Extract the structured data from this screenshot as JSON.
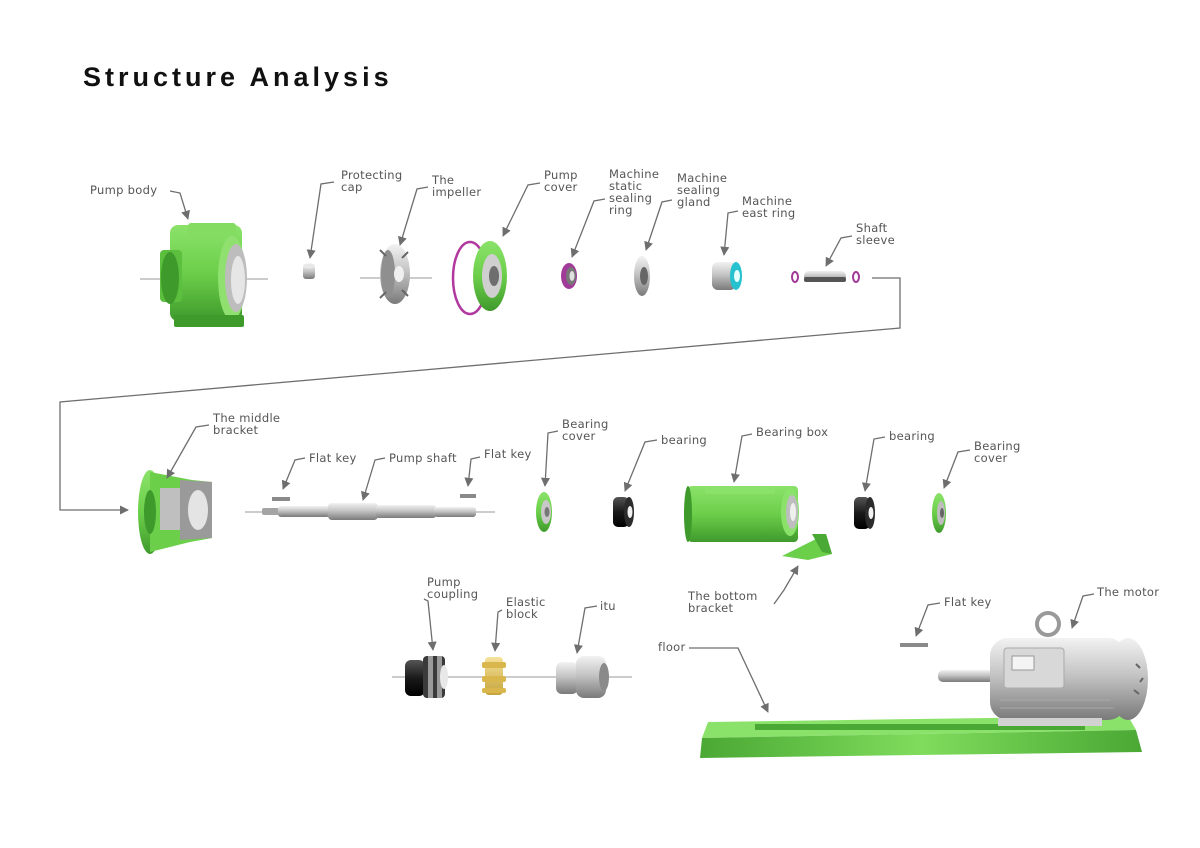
{
  "title": "Structure Analysis",
  "colors": {
    "part_green": "#6ccf4a",
    "part_green_dark": "#3f9a2c",
    "metal_grey": "#b9b9b9",
    "seal_purple": "#a23a9a",
    "cyan": "#27c2cf",
    "leader": "#6e6e6e"
  },
  "labels": {
    "pump_body": [
      "Pump body"
    ],
    "protecting_cap": [
      "Protecting",
      "cap"
    ],
    "impeller": [
      "The",
      "impeller"
    ],
    "pump_cover": [
      "Pump",
      "cover"
    ],
    "static_ring": [
      "Machine",
      "static",
      "sealing",
      "ring"
    ],
    "sealing_gland": [
      "Machine",
      "sealing",
      "gland"
    ],
    "east_ring": [
      "Machine",
      "east ring"
    ],
    "shaft_sleeve": [
      "Shaft",
      "sleeve"
    ],
    "middle_bracket": [
      "The middle",
      "bracket"
    ],
    "flat_key_1": [
      "Flat key"
    ],
    "pump_shaft": [
      "Pump shaft"
    ],
    "flat_key_2": [
      "Flat key"
    ],
    "bearing_cover_1": [
      "Bearing",
      "cover"
    ],
    "bearing_1": [
      "bearing"
    ],
    "bearing_box": [
      "Bearing box"
    ],
    "bearing_2": [
      "bearing"
    ],
    "bearing_cover_2": [
      "Bearing",
      "cover"
    ],
    "bottom_bracket": [
      "The bottom",
      "bracket"
    ],
    "pump_coupling": [
      "Pump",
      "coupling"
    ],
    "elastic_block": [
      "Elastic",
      "block"
    ],
    "itu": [
      "itu"
    ],
    "flat_key_3": [
      "Flat key"
    ],
    "motor": [
      "The motor"
    ],
    "floor": [
      "floor"
    ]
  }
}
